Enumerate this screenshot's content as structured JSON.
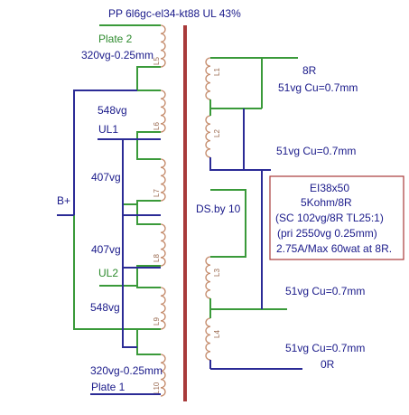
{
  "title": "PP 6l6gc-el34-kt88 UL 43%",
  "primary": {
    "plate2": "Plate 2",
    "w1": "320vg-0.25mm",
    "w2": "548vg",
    "ul1": "UL1",
    "w3": "407vg",
    "bplus": "B+",
    "w4": "407vg",
    "ul2": "UL2",
    "w5": "548vg",
    "w6": "320vg-0.25mm",
    "plate1": "Plate 1"
  },
  "core_label": "DS.by 10",
  "secondary": {
    "out8r": "8R",
    "s1": "51vg Cu=0.7mm",
    "s2": "51vg Cu=0.7mm",
    "s3": "51vg Cu=0.7mm",
    "s4": "51vg Cu=0.7mm",
    "out0r": "0R"
  },
  "specs": {
    "line1": "EI38x50",
    "line2": "5Kohm/8R",
    "line3": "(SC 102vg/8R TL25:1)",
    "line4": "(pri 2550vg 0.25mm)",
    "line5": "2.75A/Max 60wat at 8R."
  },
  "coil_labels": [
    "L5",
    "L6",
    "L7",
    "L8",
    "L9",
    "L10",
    "L1",
    "L2",
    "L3",
    "L4"
  ],
  "colors": {
    "green": "#3a9a3a",
    "blue": "#2b2b96",
    "coil": "#c48a6a",
    "core": "#a83a3a",
    "text_blue": "#1a1a8a",
    "text_green": "#2e8b2e",
    "box_border": "#a83a3a"
  }
}
